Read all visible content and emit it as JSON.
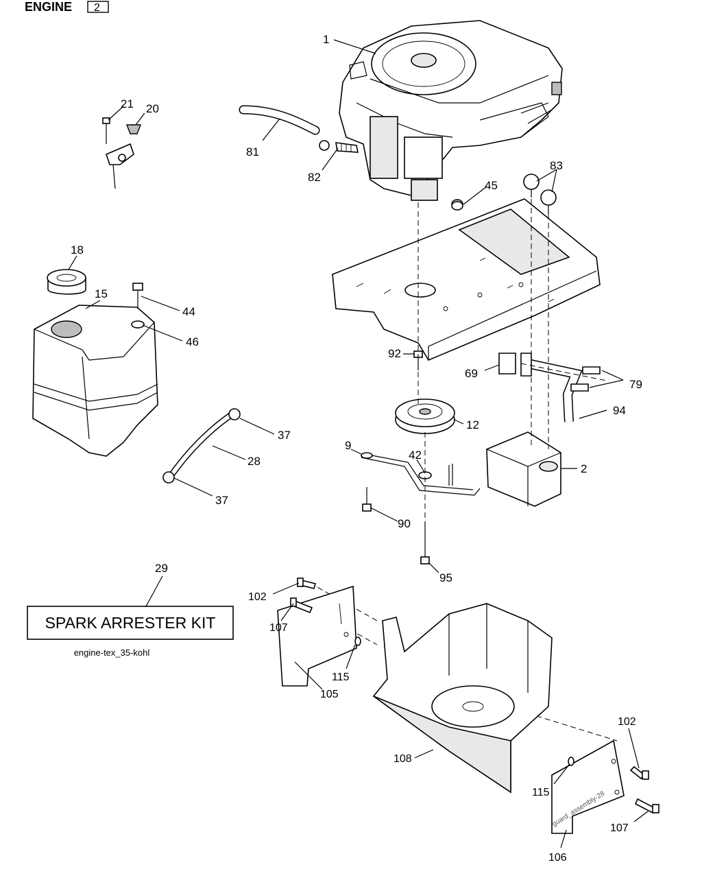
{
  "header": {
    "title": "ENGINE",
    "badge": "2"
  },
  "kit": {
    "label": "SPARK ARRESTER KIT"
  },
  "caption": "engine-tex_35-kohl",
  "stamp": "guard_assembly-28",
  "callouts": {
    "c1": "1",
    "c2": "2",
    "c9": "9",
    "c12": "12",
    "c15": "15",
    "c18": "18",
    "c20": "20",
    "c21": "21",
    "c28": "28",
    "c29": "29",
    "c37a": "37",
    "c37b": "37",
    "c42": "42",
    "c44": "44",
    "c45": "45",
    "c46": "46",
    "c69": "69",
    "c79": "79",
    "c81": "81",
    "c82": "82",
    "c83": "83",
    "c90": "90",
    "c92": "92",
    "c94": "94",
    "c95": "95",
    "c102a": "102",
    "c102b": "102",
    "c105": "105",
    "c106": "106",
    "c107a": "107",
    "c107b": "107",
    "c108": "108",
    "c115a": "115",
    "c115b": "115"
  }
}
